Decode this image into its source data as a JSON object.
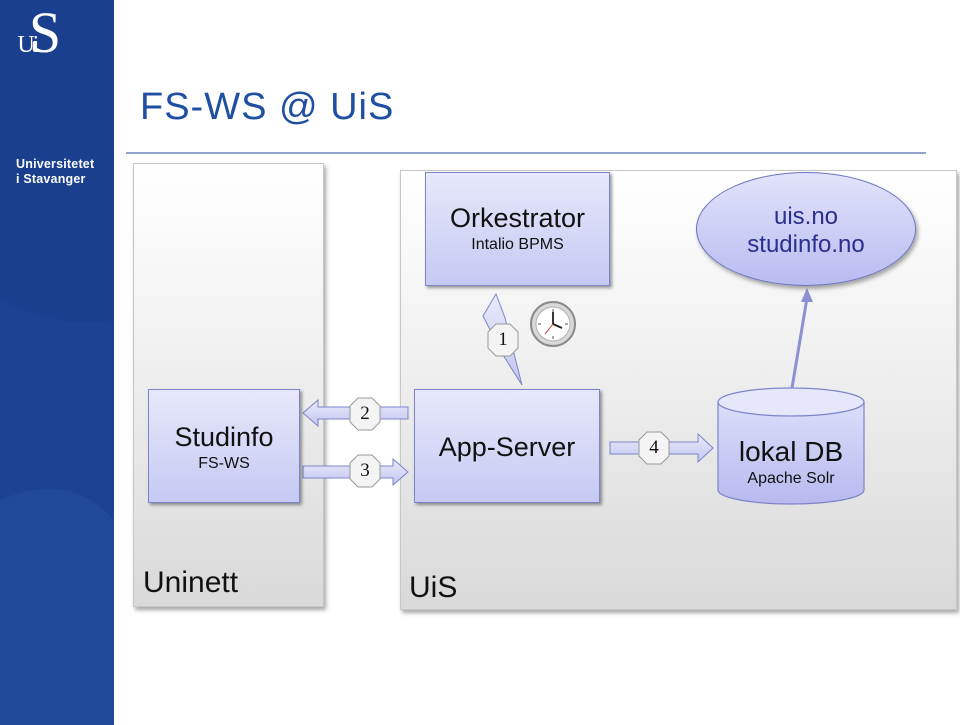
{
  "logo": {
    "line1": "Universitetet",
    "line2": "i Stavanger"
  },
  "title": "FS-WS @ UiS",
  "panels": {
    "uninett_label": "Uninett",
    "uis_label": "UiS"
  },
  "orchestrator": {
    "name": "Orkestrator",
    "sub": "Intalio BPMS"
  },
  "sites": {
    "line1": "uis.no",
    "line2": "studinfo.no"
  },
  "studinfo": {
    "name": "Studinfo",
    "sub": "FS-WS"
  },
  "appserver": {
    "name": "App-Server"
  },
  "database": {
    "name": "lokal DB",
    "sub": "Apache Solr"
  },
  "steps": {
    "s1": "1",
    "s2": "2",
    "s3": "3",
    "s4": "4"
  },
  "colors": {
    "sidebar": "#1b3f8f",
    "title": "#1f4fa3",
    "box_fill": "#c6c9f3",
    "box_border": "#7d84c8"
  }
}
